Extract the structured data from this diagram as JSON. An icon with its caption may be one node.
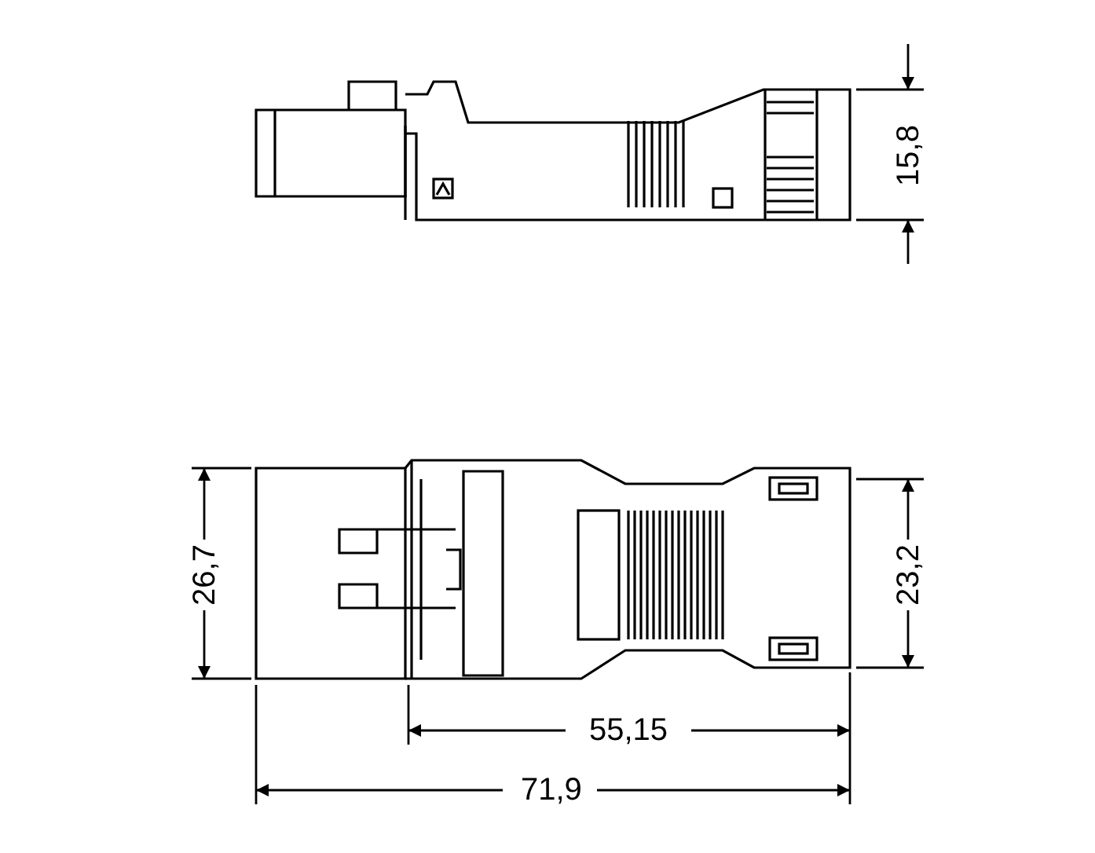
{
  "diagram": {
    "labels": [
      "15,8",
      "26,7",
      "23,2",
      "55,15",
      "71,9"
    ]
  }
}
